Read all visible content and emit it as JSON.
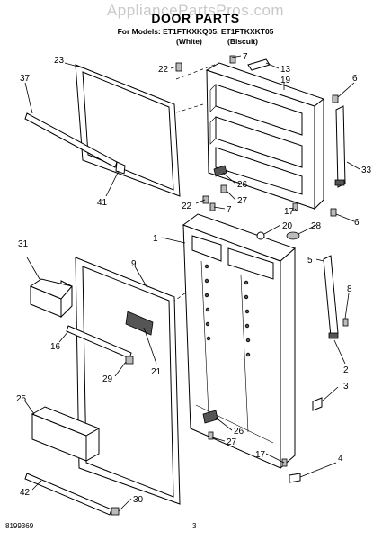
{
  "header": {
    "watermark": "AppliancePartsPros.com",
    "title": "DOOR PARTS",
    "models": "For Models: ET1FTKXKQ05, ET1FTKXKT05",
    "variant_white": "(White)",
    "variant_biscuit": "(Biscuit)"
  },
  "footer": {
    "doc_number": "8199369",
    "page_number": "3"
  },
  "callouts": [
    "23",
    "22",
    "7",
    "13",
    "37",
    "19",
    "6",
    "33",
    "26",
    "27",
    "41",
    "22",
    "7",
    "17",
    "6",
    "20",
    "28",
    "1",
    "31",
    "5",
    "9",
    "8",
    "16",
    "21",
    "29",
    "2",
    "3",
    "25",
    "26",
    "27",
    "17",
    "4",
    "42",
    "30"
  ]
}
